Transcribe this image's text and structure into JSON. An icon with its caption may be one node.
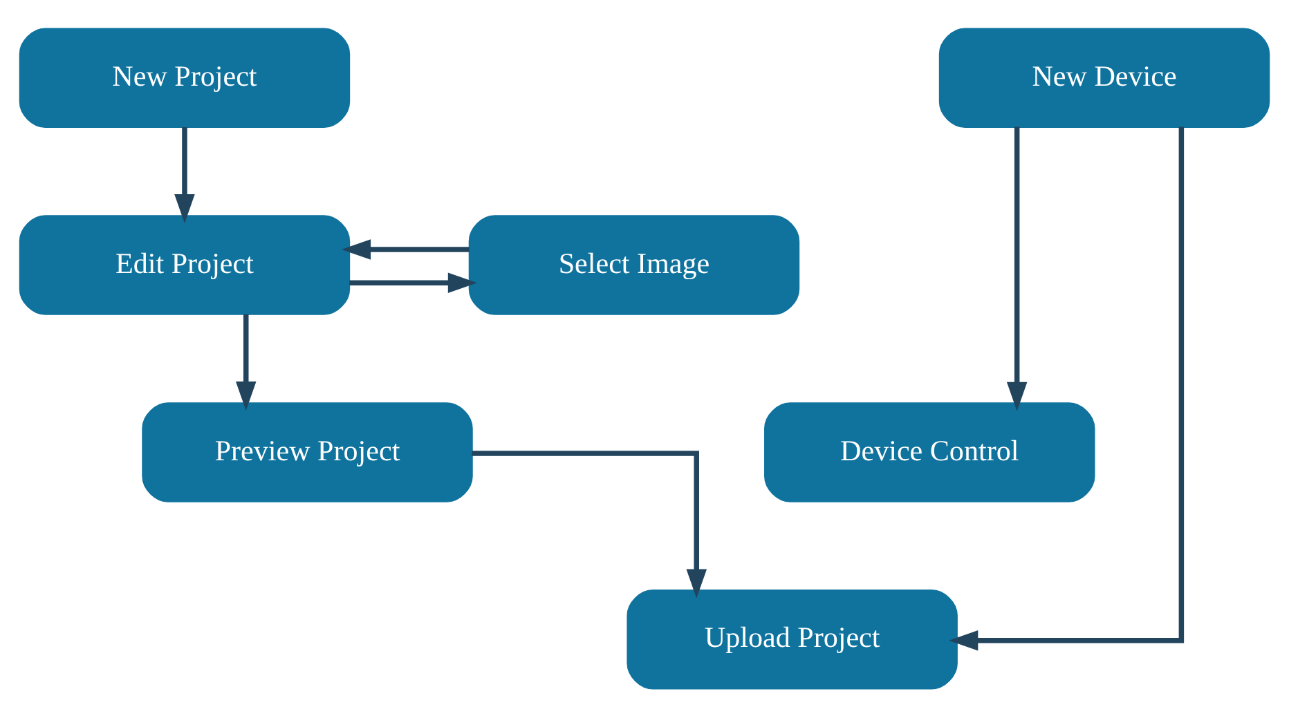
{
  "diagram": {
    "nodes": [
      {
        "text": [
          "New Project"
        ]
      },
      {
        "text": [
          "New Device"
        ]
      },
      {
        "text": [
          "Select Image"
        ]
      },
      {
        "text": [
          "Edit Project"
        ]
      },
      {
        "text": [
          "Preview Project"
        ]
      },
      {
        "text": [
          "Device Control"
        ]
      },
      {
        "text": [
          "Upload Project"
        ]
      }
    ],
    "edges": [
      {
        "from": 0,
        "to": 3,
        "arrow": "to"
      },
      {
        "from": 3,
        "to": 2,
        "arrow": "to"
      },
      {
        "from": 2,
        "to": 3,
        "arrow": "to"
      },
      {
        "from": 3,
        "to": 4,
        "arrow": "to"
      },
      {
        "from": 4,
        "to": 6,
        "arrow": "to"
      },
      {
        "from": 1,
        "to": 6,
        "arrow": "to"
      },
      {
        "from": 1,
        "to": 5,
        "arrow": "to"
      }
    ]
  }
}
